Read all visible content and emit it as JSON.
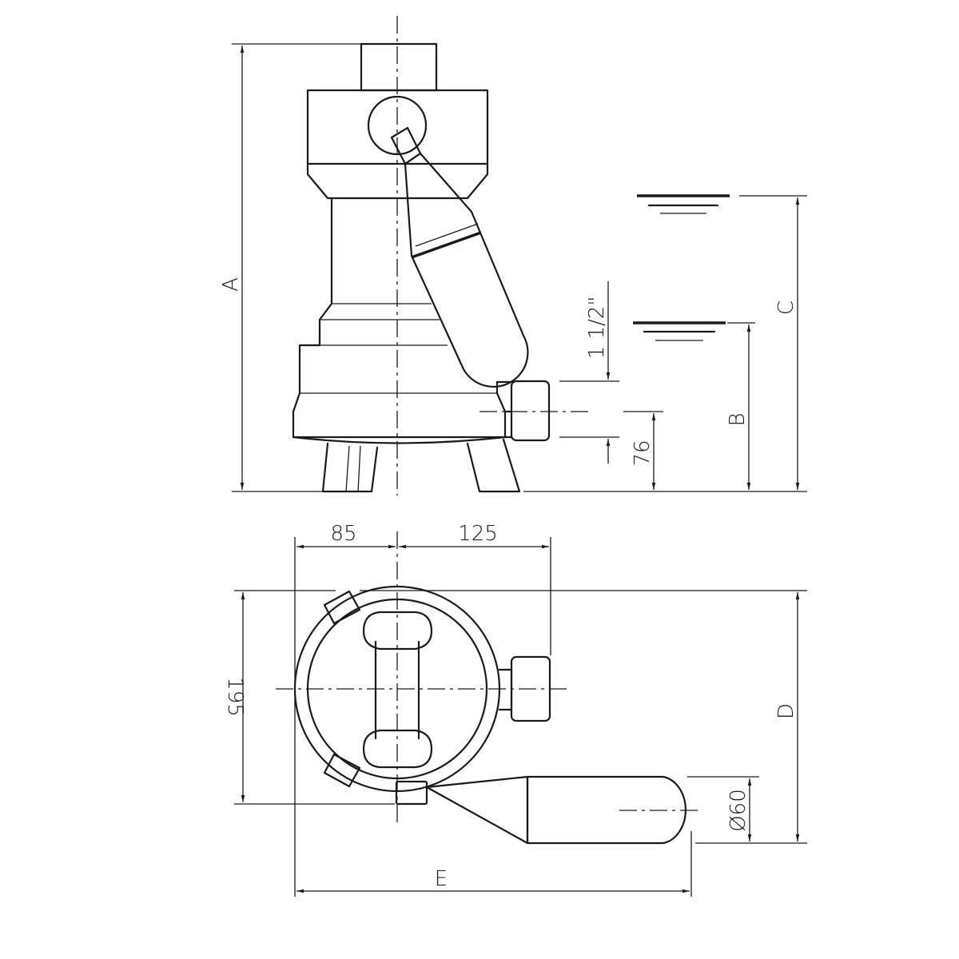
{
  "diagram": {
    "side_view": {
      "dims": {
        "a": "A",
        "b": "B",
        "c": "C",
        "thread": "1 1/2\"",
        "inlet_height": "76"
      }
    },
    "top_view": {
      "dims": {
        "left_offset": "85",
        "right_offset": "125",
        "width": "195",
        "d": "D",
        "e": "E",
        "float_dia": "Ø60"
      }
    }
  }
}
